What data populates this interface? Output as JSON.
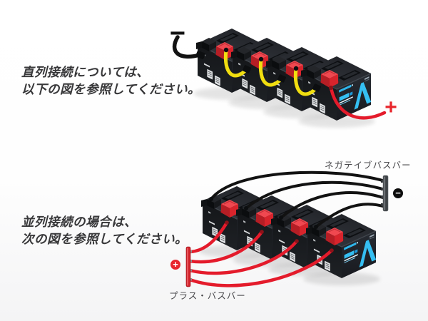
{
  "series_section": {
    "heading_line1": "直列接続については、",
    "heading_line2": "以下の図を参照してください。",
    "start_terminal_symbol": "−",
    "end_terminal_symbol": "+",
    "battery_count": 4
  },
  "parallel_section": {
    "heading_line1": "並列接続の場合は、",
    "heading_line2": "次の図を参照してください。",
    "negative_busbar_label": "ネガテイブバスバー",
    "negative_busbar_symbol": "−",
    "positive_busbar_label": "プラス・バスバー",
    "positive_busbar_symbol": "+",
    "battery_count": 4
  },
  "colors": {
    "heading_text": "#38383a",
    "label_text": "#48484b",
    "positive_red": "#e41b2b",
    "negative_black": "#121212",
    "jumper_yellow": "#f1de10",
    "brand_cyan": "#35bff2",
    "battery_body": "#1b1e23",
    "busbar_red": "#d2232b",
    "busbar_gray": "#3f4347"
  }
}
